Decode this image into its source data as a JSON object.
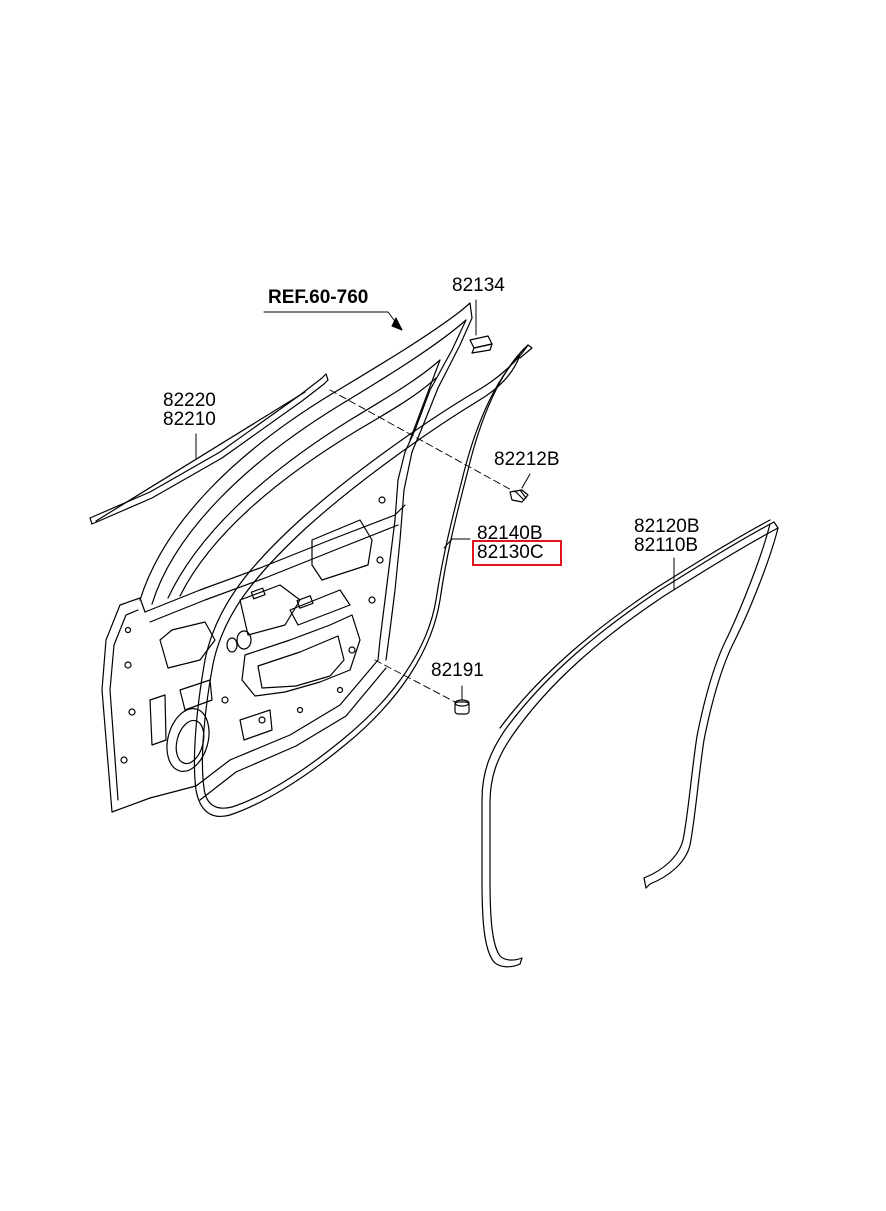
{
  "labels": {
    "ref": "REF.60-760",
    "p82134": "82134",
    "p82220": "82220",
    "p82210": "82210",
    "p82212B": "82212B",
    "p82140B": "82140B",
    "p82130C": "82130C",
    "p82120B": "82120B",
    "p82110B": "82110B",
    "p82191": "82191"
  },
  "highlight": {
    "part": "82130C",
    "color": "#e0141e"
  },
  "colors": {
    "line": "#000000",
    "background": "#ffffff"
  }
}
